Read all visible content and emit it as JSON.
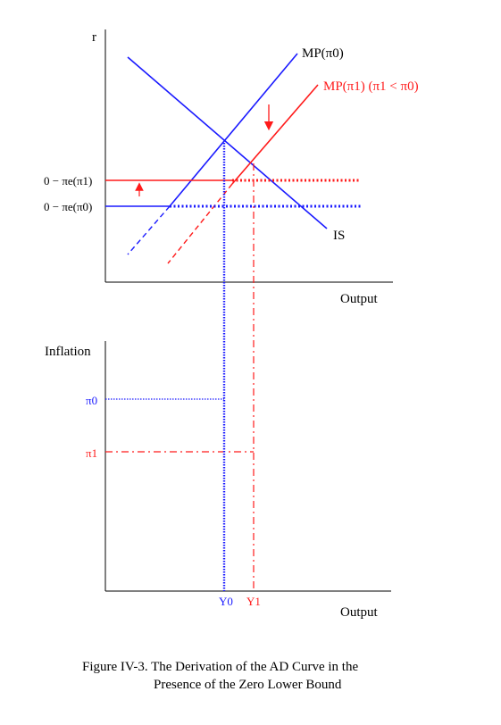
{
  "top_panel": {
    "y_axis_label": "r",
    "x_axis_label": "Output",
    "curve_mp0": "MP(π0)",
    "curve_mp1": "MP(π1)  (π1 < π0)",
    "curve_is": "IS",
    "level_pi1": "0 − πe(π1)",
    "level_pi0": "0 − πe(π0)"
  },
  "bottom_panel": {
    "y_axis_label": "Inflation",
    "x_axis_label": "Output",
    "tick_pi0": "π0",
    "tick_pi1": "π1",
    "tick_y0": "Y0",
    "tick_y1": "Y1"
  },
  "caption": {
    "line1": "Figure IV-3. The Derivation of the AD Curve in the",
    "line2": "Presence of the Zero Lower Bound"
  },
  "colors": {
    "blue": "#1a1aff",
    "red": "#ff1a1a",
    "axis": "#000000"
  }
}
